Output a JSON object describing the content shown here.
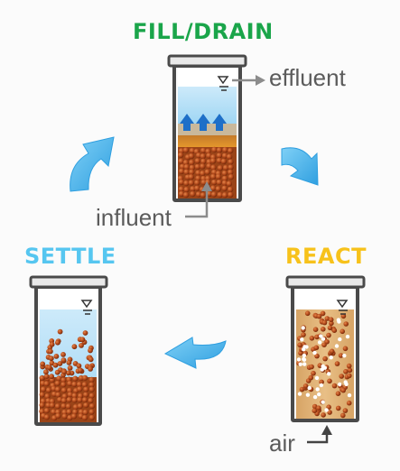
{
  "stages": {
    "fill_drain": "FILL/DRAIN",
    "react": "REACT",
    "settle": "SETTLE"
  },
  "labels": {
    "effluent": "effluent",
    "influent": "influent",
    "air": "air"
  },
  "colors": {
    "fill_drain": "#1aa54a",
    "react": "#f7c21b",
    "settle": "#56c6f0",
    "arrow": "#4bb6ee",
    "water": "#aadcf6",
    "sludge": "#a0431a",
    "mixed": "#d9a56a",
    "label": "#5b5b5b"
  },
  "icons": [
    "cycle-arrow-icon",
    "up-arrow-icon",
    "water-level-icon"
  ]
}
